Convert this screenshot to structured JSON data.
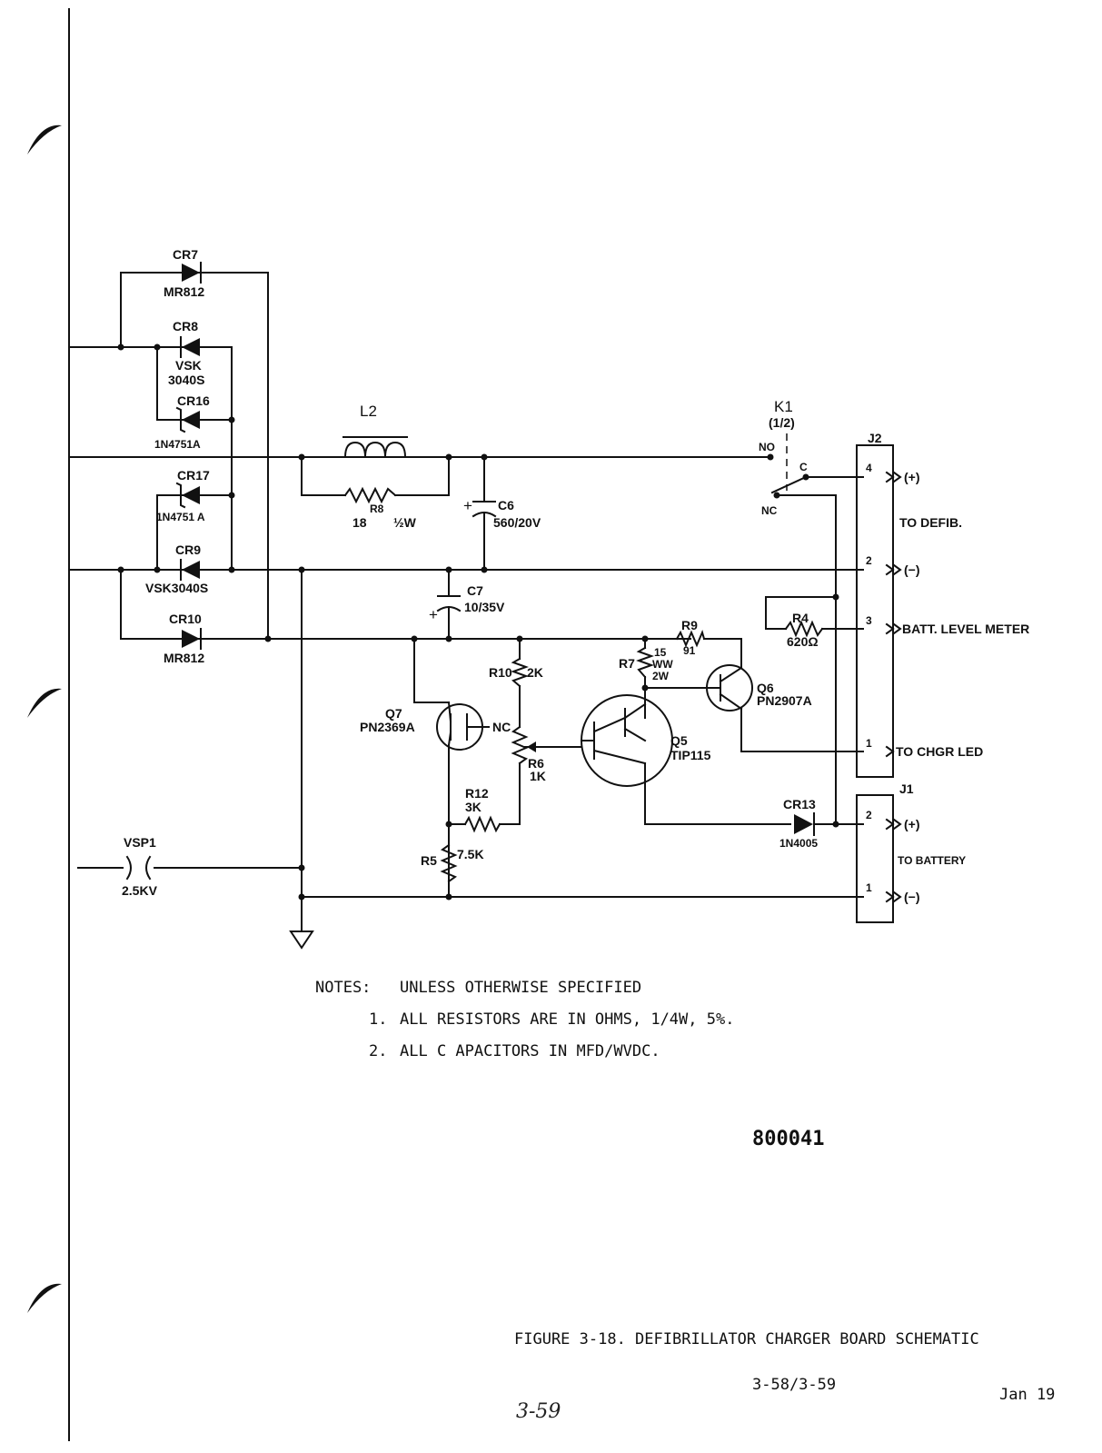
{
  "components": {
    "cr7": {
      "ref": "CR7",
      "value": "MR812"
    },
    "cr8": {
      "ref": "CR8",
      "value_line1": "VSK",
      "value_line2": "3040S"
    },
    "cr16": {
      "ref": "CR16",
      "value": "1N4751A"
    },
    "cr17": {
      "ref": "CR17",
      "value": "1N4751 A"
    },
    "cr9": {
      "ref": "CR9",
      "value": "VSK3040S"
    },
    "cr10": {
      "ref": "CR10",
      "value": "MR812"
    },
    "l2": {
      "ref": "L2"
    },
    "r8": {
      "ref": "R8",
      "value": "18",
      "rating": "½W"
    },
    "c6": {
      "ref": "C6",
      "value": "560/20V"
    },
    "c7": {
      "ref": "C7",
      "value": "10/35V"
    },
    "k1": {
      "ref": "K1",
      "part": "(1/2)",
      "no": "NO",
      "nc": "NC",
      "c": "C"
    },
    "r9": {
      "ref": "R9",
      "value": "91"
    },
    "r7": {
      "ref": "R7",
      "value1": "15",
      "value2": "WW",
      "value3": "2W"
    },
    "r10": {
      "ref": "R10",
      "value": "2K"
    },
    "r4": {
      "ref": "R4",
      "value": "620Ω"
    },
    "q6": {
      "ref": "Q6",
      "value": "PN2907A"
    },
    "q7": {
      "ref": "Q7",
      "value": "PN2369A",
      "nc": "NC"
    },
    "q5": {
      "ref": "Q5",
      "value": "TIP115"
    },
    "r6": {
      "ref": "R6",
      "value": "1K"
    },
    "r12": {
      "ref": "R12",
      "value": "3K"
    },
    "r5": {
      "ref": "R5",
      "value": "7.5K"
    },
    "cr13": {
      "ref": "CR13",
      "value": "1N4005"
    },
    "vsp1": {
      "ref": "VSP1",
      "value": "2.5KV"
    }
  },
  "connectors": {
    "j2": {
      "ref": "J2",
      "pins": [
        {
          "num": "4",
          "signal": "(+)"
        },
        {
          "num": "2",
          "signal": "(−)"
        },
        {
          "num": "3",
          "signal": "BATT. LEVEL METER"
        },
        {
          "num": "1",
          "signal": "TO CHGR LED"
        }
      ],
      "group_label": "TO DEFIB."
    },
    "j1": {
      "ref": "J1",
      "pins": [
        {
          "num": "2",
          "signal": "(+)"
        },
        {
          "num": "1",
          "signal": "(−)"
        }
      ],
      "group_label": "TO BATTERY"
    }
  },
  "notes": {
    "heading": "NOTES:",
    "intro": "UNLESS OTHERWISE SPECIFIED",
    "items": [
      {
        "num": "1.",
        "text": "ALL RESISTORS ARE IN OHMS, 1/4W, 5%."
      },
      {
        "num": "2.",
        "text": "ALL C APACITORS IN MFD/WVDC."
      }
    ]
  },
  "drawing_number": "800041",
  "figure_caption": "FIGURE 3-18.  DEFIBRILLATOR CHARGER BOARD SCHEMATIC",
  "page_number": "3-58/3-59",
  "date": "Jan 19",
  "handwritten_page": "3-59"
}
